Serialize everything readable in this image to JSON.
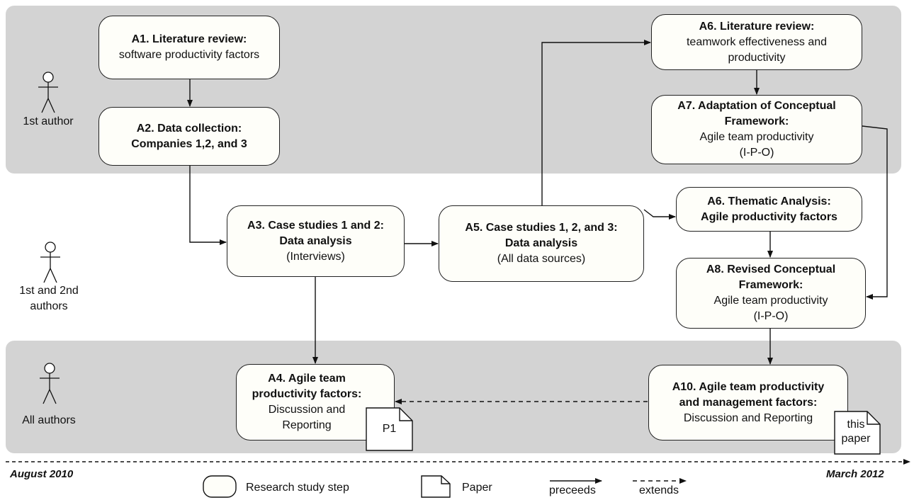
{
  "roles": {
    "first": "1st author",
    "second_l1": "1st and 2nd",
    "second_l2": "authors",
    "all": "All authors"
  },
  "steps": {
    "a1": {
      "title": "A1. Literature review:",
      "sub": "software productivity factors"
    },
    "a2": {
      "title_l1": "A2. Data collection:",
      "title_l2": "Companies 1,2, and 3"
    },
    "a3": {
      "title_l1": "A3. Case studies 1 and 2:",
      "title_l2": "Data analysis",
      "sub": "(Interviews)"
    },
    "a4": {
      "title_l1": "A4. Agile team",
      "title_l2": "productivity factors:",
      "sub_l1": "Discussion and",
      "sub_l2": "Reporting"
    },
    "a5": {
      "title_l1": "A5. Case studies 1, 2, and 3:",
      "title_l2": "Data analysis",
      "sub": "(All data sources)"
    },
    "a6_lit": {
      "title": "A6. Literature review:",
      "sub_l1": "teamwork effectiveness and",
      "sub_l2": "productivity"
    },
    "a7": {
      "title_l1": "A7. Adaptation of Conceptual",
      "title_l2": "Framework:",
      "sub_l1": "Agile team productivity",
      "sub_l2": "(I-P-O)"
    },
    "a6_thematic": {
      "title_l1": "A6. Thematic Analysis:",
      "title_l2": "Agile productivity factors"
    },
    "a8": {
      "title_l1": "A8. Revised Conceptual",
      "title_l2": "Framework:",
      "sub_l1": "Agile team productivity",
      "sub_l2": "(I-P-O)"
    },
    "a10": {
      "title_l1": "A10. Agile team productivity",
      "title_l2": "and management factors:",
      "sub": "Discussion and Reporting"
    }
  },
  "papers": {
    "p1": "P1",
    "this_l1": "this",
    "this_l2": "paper"
  },
  "timeline": {
    "start": "August 2010",
    "end": "March 2012"
  },
  "legend": {
    "step": "Research study step",
    "paper": "Paper",
    "precedes": "preceeds",
    "extends": "extends"
  },
  "colors": {
    "band": "#d3d3d3",
    "box_fill": "#fefef9",
    "stroke": "#222222"
  }
}
